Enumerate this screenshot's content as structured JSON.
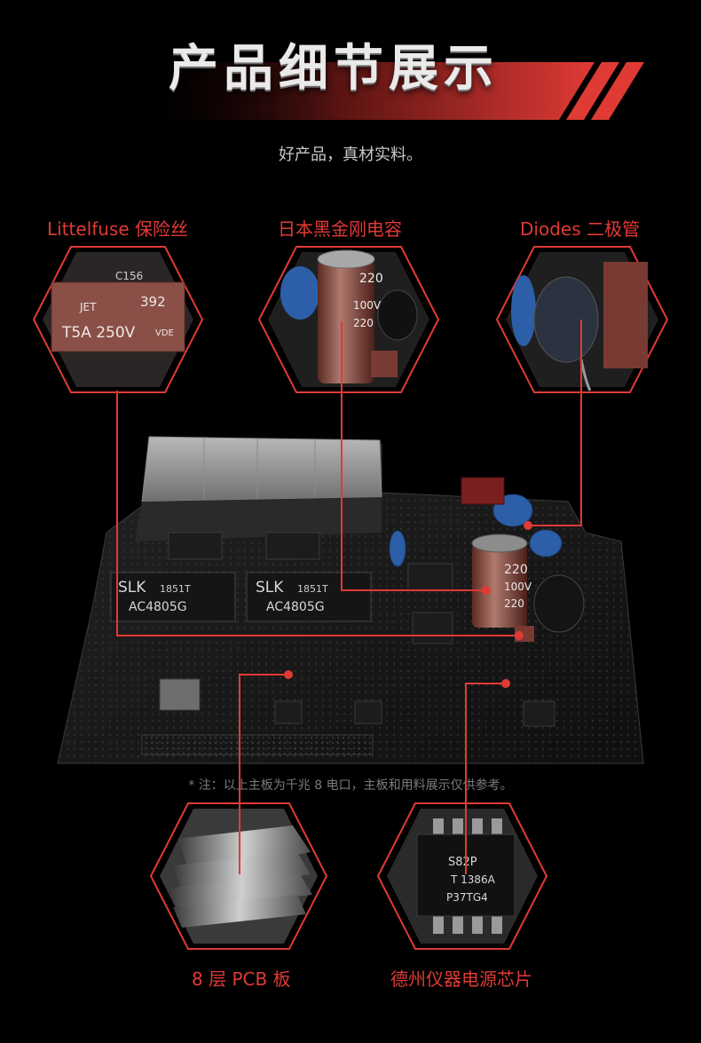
{
  "header": {
    "title": "产品细节展示",
    "subtitle": "好产品，真材实料。"
  },
  "callouts": [
    {
      "label": "Littelfuse 保险丝",
      "part_text": [
        "C156",
        "JET",
        "392",
        "T5A 250V",
        "VDE"
      ]
    },
    {
      "label": "日本黑金刚电容",
      "part_text": [
        "220",
        "100V",
        "220"
      ]
    },
    {
      "label": "Diodes 二极管"
    },
    {
      "label": "8 层 PCB 板"
    },
    {
      "label": "德州仪器电源芯片",
      "part_text": [
        "S82P",
        "T 1386A",
        "P37TG4"
      ]
    }
  ],
  "board": {
    "chip_labels": [
      {
        "brand": "SLK",
        "code": "1851T",
        "model": "AC4805G"
      },
      {
        "brand": "SLK",
        "code": "1851T",
        "model": "AC4805G"
      }
    ],
    "cap_text": [
      "220",
      "100V",
      "220"
    ]
  },
  "footnote": "* 注：以上主板为千兆 8 电口，主板和用料展示仅供参考。",
  "colors": {
    "accent": "#e03a35",
    "background": "#000000",
    "title": "#eaeaea"
  }
}
